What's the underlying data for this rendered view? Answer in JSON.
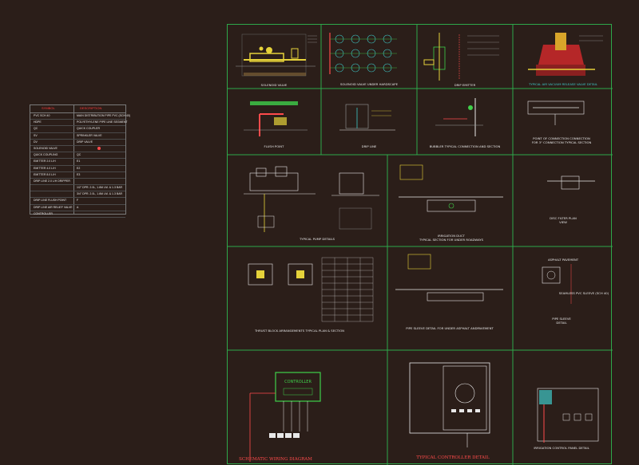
{
  "legend": {
    "headers": [
      "SYMBOL",
      "DESCRIPTION"
    ],
    "rows": [
      {
        "symbol": "PVC SCH 40",
        "desc": "MAIN DISTRIBUTION PIPE PVC (SCH 40)"
      },
      {
        "symbol": "HDPE",
        "desc": "POLYETHYLENE PIPE LINE SEGMENT"
      },
      {
        "symbol": "QC",
        "desc": "QUICK COUPLER"
      },
      {
        "symbol": "SV",
        "desc": "SPRINKLER VALVE"
      },
      {
        "symbol": "DV",
        "desc": "DRIP VALVE"
      },
      {
        "symbol": "SOLENOID VALVE",
        "desc": ""
      },
      {
        "symbol": "QUICK COUPLING",
        "desc": "QC"
      },
      {
        "symbol": "EMITTER 2.0 L/H",
        "desc": "E1"
      },
      {
        "symbol": "EMITTER 4.0 L/H",
        "desc": "E2"
      },
      {
        "symbol": "EMITTER 8.0 L/H",
        "desc": "E3"
      },
      {
        "symbol": "DRIP LINE 2.0 L/H DRIPPER",
        "desc": ""
      },
      {
        "symbol": "",
        "desc": "1/2\" DPR. 2.0L, 1.6M LM. & 1.3 BAR"
      },
      {
        "symbol": "",
        "desc": "3/4\" DPR. 2.0L, 1.6M LM. & 1.3 BAR"
      },
      {
        "symbol": "DRIP LINE FLUSH POINT",
        "desc": "F"
      },
      {
        "symbol": "DRIP LINE AIR RELIEF VALVE",
        "desc": "A"
      },
      {
        "symbol": "CONTROLLER",
        "desc": ""
      }
    ]
  },
  "captions": {
    "c1": "SOLENOID VALVE",
    "c2": "SOLENOID VALVE\nUNDER HARDSCAPE",
    "c3": "DRIP EMITTER",
    "c4": "TYPICAL AIR VACUUM RELEASE VALVE DETAIL",
    "c5": "FLUSH POINT",
    "c6": "DRIP LINE",
    "c7": "BUBBLER TYPICAL CONNECTION AND SECTION",
    "c8": "POINT OF CONNECTION CONNECTION",
    "c8b": "FOR 3\" CONNECTION TYPICAL SECTION",
    "c9": "TYPICAL PUMP DETAILS",
    "c10": "IRRIGATION DUCT",
    "c10b": "TYPICAL SECTION FOR UNDER ROADWAYS",
    "c11": "DISC FILTER PLAN",
    "c11b": "VIEW",
    "c12": "THRUST BLOCK ARRANGEMENTS TYPICAL PLAN & SECTION",
    "c13": "PIPE SLEEVE DETAIL FOR UNDER ASPHALT ANDPAVEMENT",
    "c14": "PIPE SLEEVE",
    "c14b": "DETAIL",
    "c15": "SCHEMATIC WIRING DIAGRAM",
    "c16": "TYPICAL CONTROLLER DETAIL",
    "c17": "IRRIGATION CONTROL PANEL DETAIL",
    "controller": "CONTROLLER",
    "asphalt": "ASPHALT PAVEMENT",
    "sleeve": "SEAMLESS PVC SLEEVE (SCH 40)"
  }
}
